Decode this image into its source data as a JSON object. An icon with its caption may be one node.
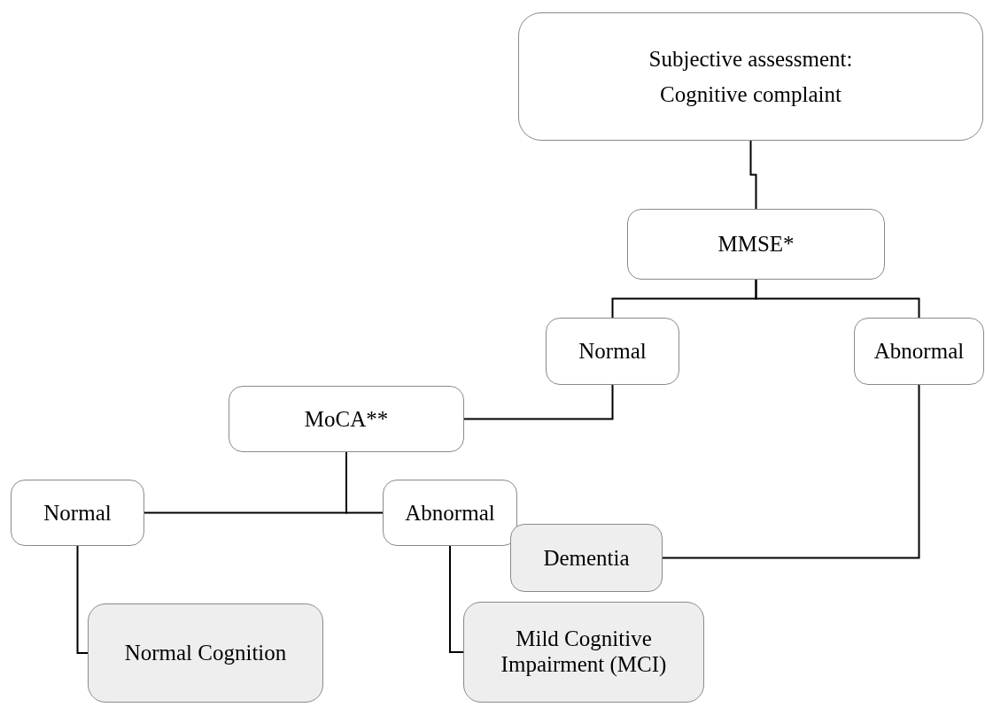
{
  "diagram": {
    "nodes": [
      {
        "text": [
          "Subjective assessment: Cognitive complaint"
        ]
      },
      {
        "text": [
          "MMSE*"
        ]
      },
      {
        "text": [
          "Normal"
        ]
      },
      {
        "text": [
          "Abnormal"
        ]
      },
      {
        "text": [
          "MoCA**"
        ]
      },
      {
        "text": [
          "Normal"
        ]
      },
      {
        "text": [
          "Abnormal"
        ]
      },
      {
        "text": [
          "Dementia"
        ]
      },
      {
        "text": [
          "Normal Cognition"
        ]
      },
      {
        "text": [
          "Mild Cognitive Impairment (MCI)"
        ]
      }
    ],
    "edges": [
      {
        "from": 0,
        "to": 1,
        "arrow": "none"
      },
      {
        "from": 1,
        "to": 2,
        "arrow": "none"
      },
      {
        "from": 1,
        "to": 3,
        "arrow": "none"
      },
      {
        "from": 2,
        "to": 4,
        "arrow": "none"
      },
      {
        "from": 4,
        "to": 5,
        "arrow": "none"
      },
      {
        "from": 4,
        "to": 6,
        "arrow": "none"
      },
      {
        "from": 5,
        "to": 8,
        "arrow": "none"
      },
      {
        "from": 6,
        "to": 9,
        "arrow": "none"
      },
      {
        "from": 3,
        "to": 7,
        "arrow": "none"
      }
    ]
  }
}
